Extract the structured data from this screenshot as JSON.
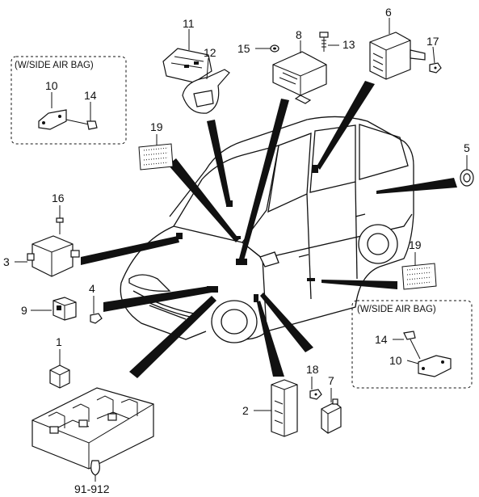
{
  "callouts": {
    "c1": "1",
    "c2": "2",
    "c3": "3",
    "c4": "4",
    "c5": "5",
    "c6": "6",
    "c7": "7",
    "c8": "8",
    "c9": "9",
    "c10a": "10",
    "c10b": "10",
    "c11": "11",
    "c12": "12",
    "c13": "13",
    "c14a": "14",
    "c14b": "14",
    "c15": "15",
    "c16": "16",
    "c17": "17",
    "c18": "18",
    "c19a": "19",
    "c19b": "19"
  },
  "boxes": {
    "left_title": "(W/SIDE AIR BAG)",
    "right_title": "(W/SIDE AIR BAG)"
  },
  "reference": "91-912"
}
